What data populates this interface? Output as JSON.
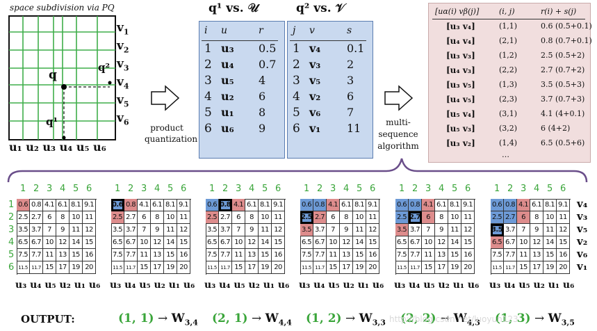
{
  "space": {
    "title": "space subdivision via PQ",
    "v_labels": [
      "v",
      "v",
      "v",
      "v",
      "v",
      "v"
    ],
    "v_subs": [
      "1",
      "2",
      "3",
      "4",
      "5",
      "6"
    ],
    "u_labels": "u₁ u₂ u₃ u₄ u₅ u₆",
    "q_label": "q",
    "q1_label": "q¹",
    "q2_label": "q²"
  },
  "arrow_label": [
    "product",
    "quantization"
  ],
  "table1": {
    "title": "q¹ vs. 𝒰",
    "headers": [
      "i",
      "u",
      "r"
    ],
    "rows": [
      [
        "1",
        "u₃",
        "0.5"
      ],
      [
        "2",
        "u₄",
        "0.7"
      ],
      [
        "3",
        "u₅",
        "4"
      ],
      [
        "4",
        "u₂",
        "6"
      ],
      [
        "5",
        "u₁",
        "8"
      ],
      [
        "6",
        "u₆",
        "9"
      ]
    ]
  },
  "table2": {
    "title": "q² vs. 𝒱",
    "headers": [
      "j",
      "v",
      "s"
    ],
    "rows": [
      [
        "1",
        "v₄",
        "0.1"
      ],
      [
        "2",
        "v₃",
        "2"
      ],
      [
        "3",
        "v₅",
        "3"
      ],
      [
        "4",
        "v₂",
        "6"
      ],
      [
        "5",
        "v₆",
        "7"
      ],
      [
        "6",
        "v₁",
        "11"
      ]
    ]
  },
  "algo_label": [
    "multi-",
    "sequence",
    "algorithm"
  ],
  "pink": {
    "headers": [
      "[uα(i) vβ(j)]",
      "(i, j)",
      "r(i) + s(j)"
    ],
    "rows": [
      [
        "[u₃ v₄]",
        "(1,1)",
        "0.6 (0.5+0.1)"
      ],
      [
        "[u₄ v₄]",
        "(2,1)",
        "0.8 (0.7+0.1)"
      ],
      [
        "[u₃ v₃]",
        "(1,2)",
        "2.5 (0.5+2)"
      ],
      [
        "[u₄ v₃]",
        "(2,2)",
        "2.7 (0.7+2)"
      ],
      [
        "[u₃ v₅]",
        "(1,3)",
        "3.5 (0.5+3)"
      ],
      [
        "[u₄ v₅]",
        "(2,3)",
        "3.7 (0.7+3)"
      ],
      [
        "[u₅ v₄]",
        "(3,1)",
        "4.1 (4+0.1)"
      ],
      [
        "[u₅ v₃]",
        "(3,2)",
        "6 (4+2)"
      ],
      [
        "[u₃ v₂]",
        "(1,4)",
        "6.5 (0.5+6)"
      ]
    ],
    "ellipsis": "…"
  },
  "grids": {
    "col_numbers": [
      "1",
      "2",
      "3",
      "4",
      "5",
      "6"
    ],
    "row_numbers": [
      "1",
      "2",
      "3",
      "4",
      "5",
      "6"
    ],
    "bottom_labels": "u₃ u₄ u₅ u₂ u₁ u₆",
    "right_labels": [
      "v₄",
      "v₃",
      "v₅",
      "v₂",
      "v₆",
      "v₁"
    ],
    "values": [
      [
        "0.6",
        "0.8",
        "4.1",
        "6.1",
        "8.1",
        "9.1"
      ],
      [
        "2.5",
        "2.7",
        "6",
        "8",
        "10",
        "11"
      ],
      [
        "3.5",
        "3.7",
        "7",
        "9",
        "11",
        "12"
      ],
      [
        "6.5",
        "6.7",
        "10",
        "12",
        "14",
        "15"
      ],
      [
        "7.5",
        "7.7",
        "11",
        "13",
        "15",
        "16"
      ],
      [
        "11.5",
        "11.7",
        "15",
        "17",
        "19",
        "20"
      ]
    ],
    "panels": [
      {
        "pink": [
          [
            0,
            0
          ]
        ],
        "blue": [],
        "hl": []
      },
      {
        "pink": [
          [
            0,
            1
          ],
          [
            1,
            0
          ]
        ],
        "blue": [
          [
            0,
            0
          ]
        ],
        "hl": [
          [
            0,
            0
          ]
        ]
      },
      {
        "pink": [
          [
            1,
            0
          ],
          [
            0,
            2
          ]
        ],
        "blue": [
          [
            0,
            0
          ],
          [
            0,
            1
          ]
        ],
        "hl": [
          [
            0,
            1
          ]
        ]
      },
      {
        "pink": [
          [
            0,
            2
          ],
          [
            1,
            1
          ],
          [
            2,
            0
          ]
        ],
        "blue": [
          [
            0,
            0
          ],
          [
            0,
            1
          ],
          [
            1,
            0
          ]
        ],
        "hl": [
          [
            1,
            0
          ]
        ]
      },
      {
        "pink": [
          [
            0,
            2
          ],
          [
            1,
            2
          ],
          [
            2,
            0
          ]
        ],
        "blue": [
          [
            0,
            0
          ],
          [
            0,
            1
          ],
          [
            1,
            0
          ],
          [
            1,
            1
          ]
        ],
        "hl": [
          [
            1,
            1
          ]
        ]
      },
      {
        "pink": [
          [
            0,
            2
          ],
          [
            1,
            2
          ],
          [
            3,
            0
          ]
        ],
        "blue": [
          [
            0,
            0
          ],
          [
            0,
            1
          ],
          [
            1,
            0
          ],
          [
            1,
            1
          ],
          [
            2,
            0
          ]
        ],
        "hl": [
          [
            2,
            0
          ]
        ]
      }
    ]
  },
  "output": {
    "label": "OUTPUT:",
    "items": [
      [
        "(1, 1)",
        "W",
        "3,4"
      ],
      [
        "(2, 1)",
        "W",
        "4,4"
      ],
      [
        "(1, 2)",
        "W",
        "3,3"
      ],
      [
        "(2, 2)",
        "W",
        "4,3"
      ],
      [
        "(1, 3)",
        "W",
        "3,5"
      ]
    ]
  },
  "watermark": "http://blog.csdn.net/luoyun123",
  "colors": {
    "pink": "#dd8c8c",
    "blue": "#6d9ad6",
    "green": "#3aa53a",
    "panel_blue": "#c9d9ef",
    "panel_pink": "#f1dede"
  }
}
